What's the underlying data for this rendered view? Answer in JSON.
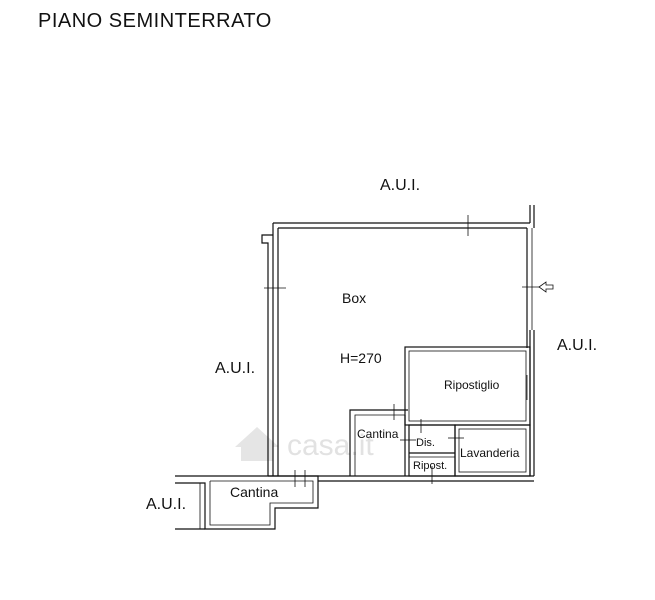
{
  "title": "PIANO SEMINTERRATO",
  "labels": {
    "aui_top": "A.U.I.",
    "aui_right": "A.U.I.",
    "aui_left": "A.U.I.",
    "aui_bottom_left": "A.U.I.",
    "box": "Box",
    "height": "H=270",
    "ripostiglio": "Ripostiglio",
    "cantina_inner": "Cantina",
    "dis": "Dis.",
    "lavanderia": "Lavanderia",
    "ripost": "Ripost.",
    "cantina_bottom": "Cantina"
  },
  "watermark": "casa.it",
  "colors": {
    "ink": "#111111",
    "watermark": "#cfcfcf"
  }
}
